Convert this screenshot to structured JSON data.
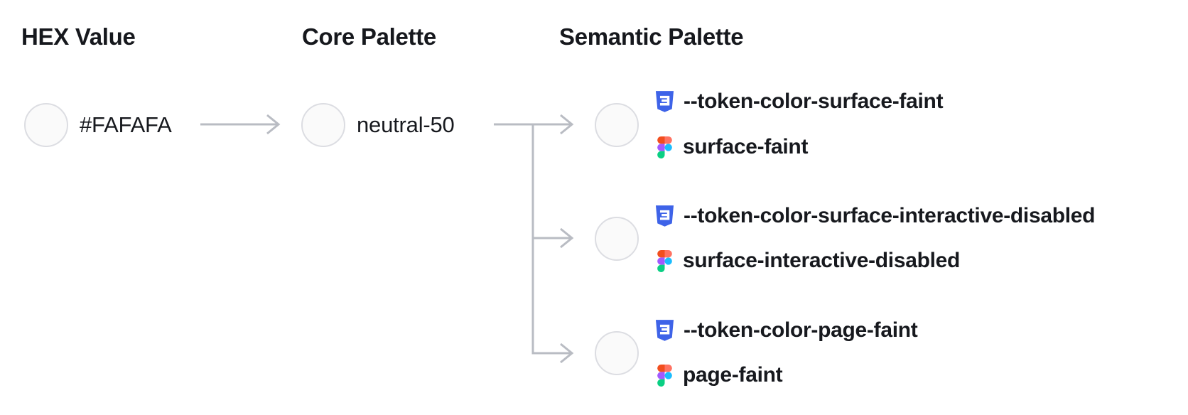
{
  "headings": {
    "hex": "HEX Value",
    "core": "Core Palette",
    "semantic": "Semantic Palette"
  },
  "hex_node": {
    "label": "#FAFAFA"
  },
  "core_node": {
    "label": "neutral-50"
  },
  "semantic_rows": [
    {
      "css_token": "--token-color-surface-faint",
      "figma_token": "surface-faint"
    },
    {
      "css_token": "--token-color-surface-interactive-disabled",
      "figma_token": "surface-interactive-disabled"
    },
    {
      "css_token": "--token-color-page-faint",
      "figma_token": "page-faint"
    }
  ],
  "icons": {
    "css": "css3-shield-icon",
    "figma": "figma-logo-icon"
  },
  "colors": {
    "swatch_fill": "#FAFAFA",
    "swatch_border": "#DCDDE2",
    "arrow": "#B9BCC3",
    "heading": "#16181D",
    "text": "#17191E",
    "css_blue": "#3E63E8",
    "figma_red": "#F24E1E",
    "figma_salmon": "#FF7262",
    "figma_purple": "#A259FF",
    "figma_blue": "#1ABCFE",
    "figma_green": "#0ACF83"
  }
}
